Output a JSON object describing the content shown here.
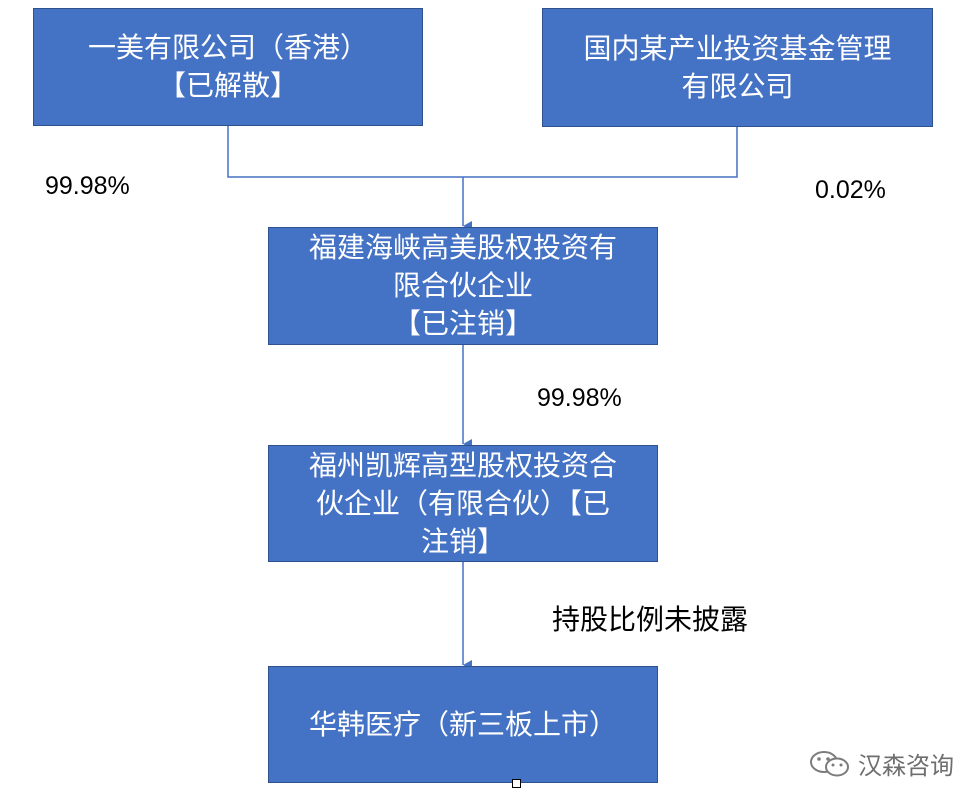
{
  "nodes": {
    "yimei_hk": {
      "line1": "一美有限公司（香港）",
      "line2": "【已解散】"
    },
    "domestic_fund": {
      "line1": "国内某产业投资基金管理",
      "line2": "有限公司"
    },
    "fujian_haixia": {
      "line1": "福建海峡高美股权投资有",
      "line2": "限合伙企业",
      "line3": "【已注销】"
    },
    "fuzhou_kaihui": {
      "line1": "福州凯辉高型股权投资合",
      "line2": "伙企业（有限合伙）【已",
      "line3": "注销】"
    },
    "huahan": {
      "line1": "华韩医疗（新三板上市）"
    }
  },
  "edges": {
    "yimei_share": "99.98%",
    "fund_share": "0.02%",
    "haixia_share": "99.98%",
    "kaihui_share": "持股比例未披露"
  },
  "watermark": {
    "text": "汉森咨询",
    "icon": "wechat-icon"
  },
  "colors": {
    "box_fill": "#4472c4",
    "box_border": "#2f528f",
    "connector": "#4472c4"
  }
}
